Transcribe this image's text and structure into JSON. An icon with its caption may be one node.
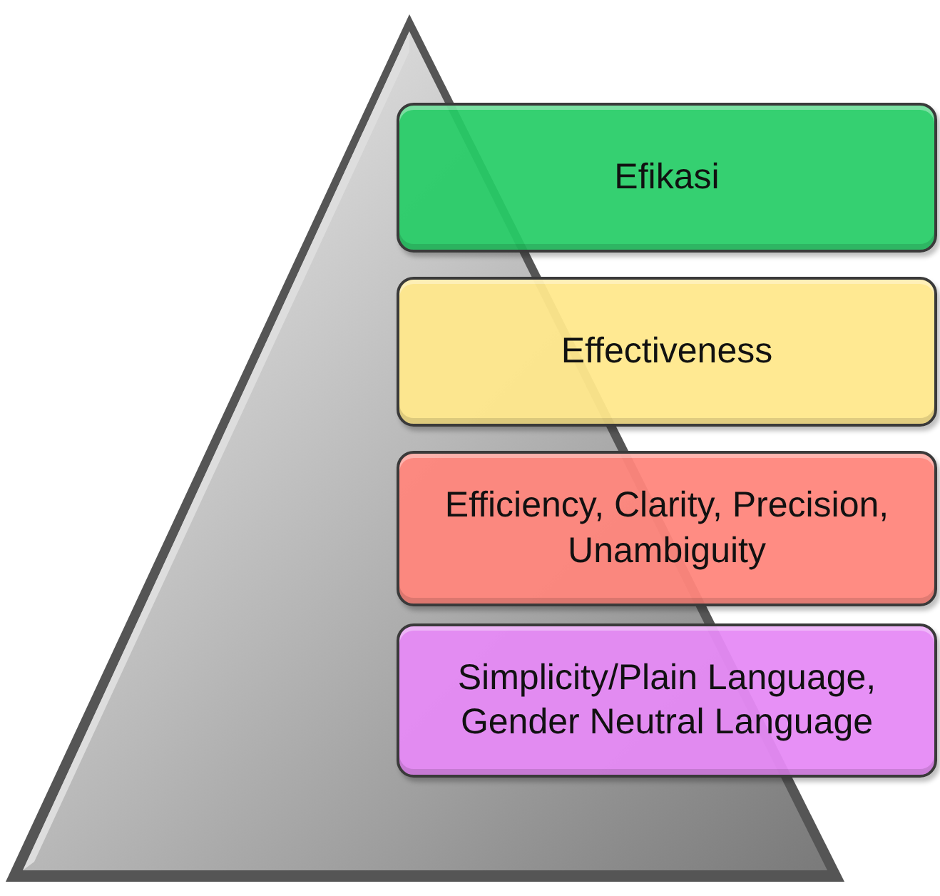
{
  "diagram": {
    "nodes": [
      {
        "text": [
          "Efikasi"
        ]
      },
      {
        "text": [
          "Effectiveness"
        ]
      },
      {
        "text": [
          "Efficiency, Clarity, Precision, Unambiguity"
        ]
      },
      {
        "text": [
          "Simplicity/Plain Language, Gender Neutral Language"
        ]
      }
    ]
  }
}
